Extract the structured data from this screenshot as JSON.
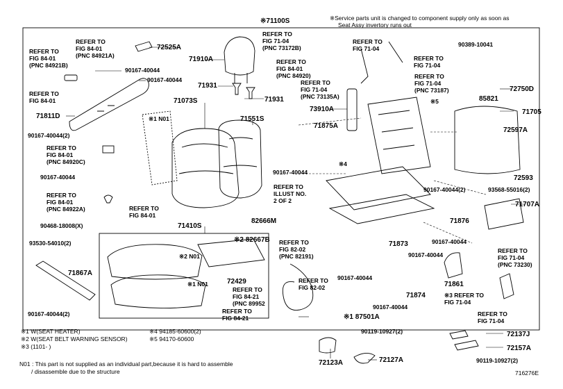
{
  "header": {
    "main_part": "※71100S",
    "note_line1": "※Service parts unit is changed to component supply only as soon as",
    "note_line2": "Seat Assy invertory runs out"
  },
  "labels": [
    {
      "id": "ref-fig8401-84921b",
      "lines": [
        "REFER TO",
        "FIG 84-01",
        "(PNC 84921B)"
      ],
      "bold": true
    },
    {
      "id": "ref-fig8401-84921a",
      "lines": [
        "REFER TO",
        "FIG 84-01",
        "(PNC 84921A)"
      ],
      "bold": true
    },
    {
      "id": "p72525a",
      "lines": [
        "72525A"
      ],
      "big": true
    },
    {
      "id": "p90167-1",
      "lines": [
        "90167-40044"
      ],
      "bold": true
    },
    {
      "id": "p90167-2",
      "lines": [
        "90167-40044"
      ],
      "bold": true
    },
    {
      "id": "ref-fig8401-a",
      "lines": [
        "REFER TO",
        "FIG 84-01"
      ],
      "bold": true
    },
    {
      "id": "p71811d",
      "lines": [
        "71811D"
      ],
      "big": true
    },
    {
      "id": "p90167-x2-a",
      "lines": [
        "90167-40044(2)"
      ],
      "bold": true
    },
    {
      "id": "ref-fig8401-84920c",
      "lines": [
        "REFER TO",
        "FIG 84-01",
        "(PNC 84920C)"
      ],
      "bold": true
    },
    {
      "id": "p90167-3",
      "lines": [
        "90167-40044"
      ],
      "bold": true
    },
    {
      "id": "ref-fig8401-84922a",
      "lines": [
        "REFER TO",
        "FIG 84-01",
        "(PNC 84922A)"
      ],
      "bold": true
    },
    {
      "id": "ref-fig8401-b",
      "lines": [
        "REFER TO",
        "FIG 84-01"
      ],
      "bold": true
    },
    {
      "id": "p90468",
      "lines": [
        "90468-18008(X)"
      ],
      "bold": true
    },
    {
      "id": "p93530",
      "lines": [
        "93530-54010(2)"
      ],
      "bold": true
    },
    {
      "id": "p71867a",
      "lines": [
        "71867A"
      ],
      "big": true
    },
    {
      "id": "p90167-x2-b",
      "lines": [
        "90167-40044(2)"
      ],
      "bold": true
    },
    {
      "id": "p71910a",
      "lines": [
        "71910A"
      ],
      "big": true
    },
    {
      "id": "p71931-a",
      "lines": [
        "71931"
      ],
      "big": true
    },
    {
      "id": "p71931-b",
      "lines": [
        "71931"
      ],
      "big": true
    },
    {
      "id": "p71073s",
      "lines": [
        "71073S"
      ],
      "big": true
    },
    {
      "id": "n01-a",
      "lines": [
        "※1 N01"
      ],
      "bold": true
    },
    {
      "id": "p71551s",
      "lines": [
        "71551S"
      ],
      "big": true
    },
    {
      "id": "p82666m",
      "lines": [
        "82666M"
      ],
      "big": true
    },
    {
      "id": "p71410s",
      "lines": [
        "71410S"
      ],
      "big": true
    },
    {
      "id": "p82667b",
      "lines": [
        "※2 82667B"
      ],
      "big": true
    },
    {
      "id": "n01-b",
      "lines": [
        "※2 N01"
      ],
      "bold": true
    },
    {
      "id": "n01-c",
      "lines": [
        "※1 N01"
      ],
      "bold": true
    },
    {
      "id": "p72429",
      "lines": [
        "72429"
      ],
      "big": true
    },
    {
      "id": "ref-fig8421-89952",
      "lines": [
        "REFER TO",
        "FIG 84-21",
        "(PNC 89952"
      ],
      "bold": true
    },
    {
      "id": "ref-fig8421",
      "lines": [
        "REFER TO",
        "FIG 84-21"
      ],
      "bold": true
    },
    {
      "id": "ref-fig7104-73172b",
      "lines": [
        "REFER TO",
        "FIG 71-04",
        "(PNC 73172B)"
      ],
      "bold": true
    },
    {
      "id": "ref-fig8401-84920",
      "lines": [
        "REFER TO",
        "FIG 84-01",
        "(PNC 84920)"
      ],
      "bold": true
    },
    {
      "id": "ref-fig7104-73135a",
      "lines": [
        "REFER TO",
        "FIG 71-04",
        "(PNC 73135A)"
      ],
      "bold": true
    },
    {
      "id": "p73910a",
      "lines": [
        "73910A"
      ],
      "big": true
    },
    {
      "id": "ref-fig7104-a",
      "lines": [
        "REFER TO",
        "FIG 71-04"
      ],
      "bold": true
    },
    {
      "id": "p90389",
      "lines": [
        "90389-10041"
      ],
      "bold": true
    },
    {
      "id": "ref-fig7104-b",
      "lines": [
        "REFER TO",
        "FIG 71-04"
      ],
      "bold": true
    },
    {
      "id": "ref-fig7104-73187",
      "lines": [
        "REFER TO",
        "FIG 71-04",
        "(PNC 73187)"
      ],
      "bold": true
    },
    {
      "id": "p72750d",
      "lines": [
        "72750D"
      ],
      "big": true
    },
    {
      "id": "p85821",
      "lines": [
        "85821"
      ],
      "big": true
    },
    {
      "id": "s5",
      "lines": [
        "※5"
      ],
      "bold": true
    },
    {
      "id": "p71705",
      "lines": [
        "71705"
      ],
      "big": true
    },
    {
      "id": "p71875a",
      "lines": [
        "71875A"
      ],
      "big": true
    },
    {
      "id": "s4",
      "lines": [
        "※4"
      ],
      "bold": true
    },
    {
      "id": "p90167-4",
      "lines": [
        "90167-40044"
      ],
      "bold": true
    },
    {
      "id": "ref-illust",
      "lines": [
        "REFER TO",
        "ILLUST NO.",
        "2 OF 2"
      ],
      "bold": true
    },
    {
      "id": "p72597a",
      "lines": [
        "72597A"
      ],
      "big": true
    },
    {
      "id": "p72593",
      "lines": [
        "72593"
      ],
      "big": true
    },
    {
      "id": "p90167-x2-c",
      "lines": [
        "90167-40044(2)"
      ],
      "bold": true
    },
    {
      "id": "p93568",
      "lines": [
        "93568-55016(2)"
      ],
      "bold": true
    },
    {
      "id": "p71707a",
      "lines": [
        "71707A"
      ],
      "big": true
    },
    {
      "id": "p71876",
      "lines": [
        "71876"
      ],
      "big": true
    },
    {
      "id": "ref-fig8202-82191",
      "lines": [
        "REFER TO",
        "FIG 82-02",
        "(PNC 82191)"
      ],
      "bold": true
    },
    {
      "id": "p71873",
      "lines": [
        "71873"
      ],
      "big": true
    },
    {
      "id": "p90167-5",
      "lines": [
        "90167-40044"
      ],
      "bold": true
    },
    {
      "id": "p90167-6",
      "lines": [
        "90167-40044"
      ],
      "bold": true
    },
    {
      "id": "ref-fig7104-73230",
      "lines": [
        "REFER TO",
        "FIG 71-04",
        "(PNC 73230)"
      ],
      "bold": true
    },
    {
      "id": "ref-fig8202",
      "lines": [
        "REFER TO",
        "FIG 82-02"
      ],
      "bold": true
    },
    {
      "id": "p90167-7",
      "lines": [
        "90167-40044"
      ],
      "bold": true
    },
    {
      "id": "p71874",
      "lines": [
        "71874"
      ],
      "big": true
    },
    {
      "id": "p71861",
      "lines": [
        "71861"
      ],
      "big": true
    },
    {
      "id": "ref-fig7104-c",
      "lines": [
        "※3 REFER TO",
        "FIG 71-04"
      ],
      "bold": true
    },
    {
      "id": "p90167-8",
      "lines": [
        "90167-40044"
      ],
      "bold": true
    },
    {
      "id": "p87501a",
      "lines": [
        "※1 87501A"
      ],
      "big": true
    },
    {
      "id": "ref-fig7104-d",
      "lines": [
        "REFER TO",
        "FIG 71-04"
      ],
      "bold": true
    },
    {
      "id": "p90119-a",
      "lines": [
        "90119-10927(2)"
      ],
      "bold": true
    },
    {
      "id": "p72137j",
      "lines": [
        "72137J"
      ],
      "big": true
    },
    {
      "id": "p72157a",
      "lines": [
        "72157A"
      ],
      "big": true
    },
    {
      "id": "p90119-b",
      "lines": [
        "90119-10927(2)"
      ],
      "bold": true
    },
    {
      "id": "p72123a",
      "lines": [
        "72123A"
      ],
      "big": true
    },
    {
      "id": "p72127a",
      "lines": [
        "72127A"
      ],
      "big": true
    }
  ],
  "legend": {
    "l1": "※1 W(SEAT HEATER)",
    "l2": "※2 W(SEAT BELT WARNING SENSOR)",
    "l3": "※3 (1101-     )",
    "l4": "※4 94185-60600(2)",
    "l5": "※5 94170-60600"
  },
  "footnote": {
    "line1": "N01 : This part is not supplied as an individual part,because it is hard to assemble",
    "line2": "/ disassemble due to the structure"
  },
  "diagram_id": "716276E"
}
